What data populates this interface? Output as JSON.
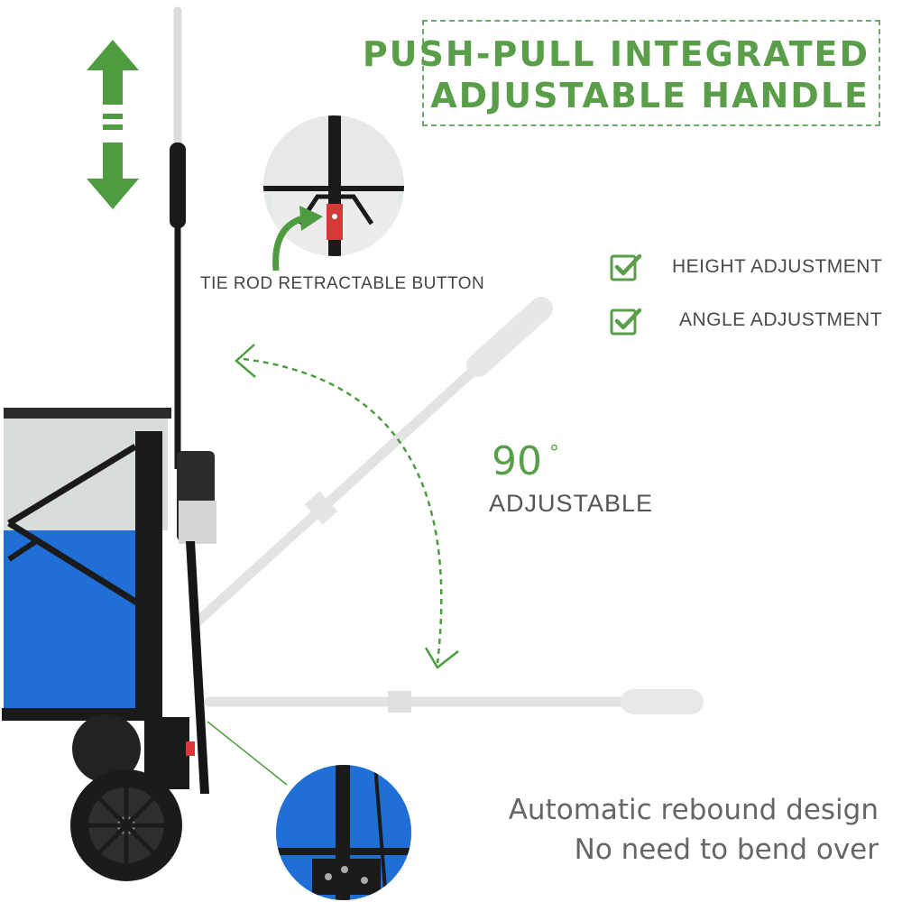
{
  "title": {
    "line1": "PUSH-PULL  INTEGRATED",
    "line2": "ADJUSTABLE  HANDLE"
  },
  "features": [
    {
      "label": "HEIGHT ADJUSTMENT",
      "icon": "check-icon"
    },
    {
      "label": "ANGLE ADJUSTMENT",
      "icon": "check-icon"
    }
  ],
  "tie_rod_label": "TIE ROD RETRACTABLE BUTTON",
  "angle": {
    "value": "90",
    "unit": "°",
    "label": "ADJUSTABLE"
  },
  "rebound": {
    "line1": "Automatic rebound design",
    "line2": "No need to bend over"
  },
  "colors": {
    "accent_green": "#5a9e4a",
    "wagon_blue": "#1f6fd6",
    "wagon_grey": "#d8dcda",
    "frame_black": "#1a1a1a",
    "button_red": "#d9383a"
  }
}
